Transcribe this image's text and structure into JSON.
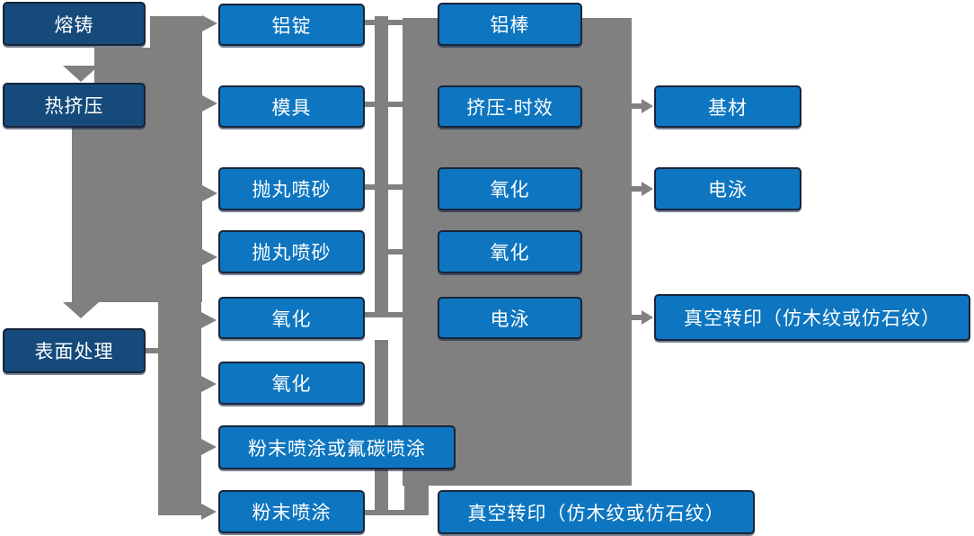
{
  "diagram": {
    "type": "flowchart",
    "language": "zh-CN",
    "colors": {
      "stage_box": "#154A7B",
      "process_box": "#0E76C0",
      "connector_gray": "#808080",
      "box_border": "#17243A",
      "text": "#FFFFFF",
      "background": "#FFFFFF"
    },
    "nodes": {
      "melting": {
        "label": "熔铸"
      },
      "hot_extrusion": {
        "label": "热挤压"
      },
      "surface_treatment": {
        "label": "表面处理"
      },
      "aluminum_ingot": {
        "label": "铝锭"
      },
      "mold": {
        "label": "模具"
      },
      "shot_blasting_1": {
        "label": "抛丸喷砂"
      },
      "shot_blasting_2": {
        "label": "抛丸喷砂"
      },
      "oxidation_1": {
        "label": "氧化"
      },
      "oxidation_2": {
        "label": "氧化"
      },
      "powder_or_fluorocarbon": {
        "label": "粉末喷涂或氟碳喷涂"
      },
      "powder_coating": {
        "label": "粉末喷涂"
      },
      "aluminum_rod": {
        "label": "铝棒"
      },
      "extrusion_aging": {
        "label": "挤压-时效"
      },
      "oxidation_3": {
        "label": "氧化"
      },
      "oxidation_4": {
        "label": "氧化"
      },
      "electrophoresis_1": {
        "label": "电泳"
      },
      "vacuum_transfer_1": {
        "label": "真空转印（仿木纹或仿石纹）"
      },
      "base_material": {
        "label": "基材"
      },
      "electrophoresis_2": {
        "label": "电泳"
      },
      "vacuum_transfer_2": {
        "label": "真空转印（仿木纹或仿石纹）"
      }
    },
    "edges": [
      {
        "from": "melting",
        "to": "hot_extrusion"
      },
      {
        "from": "melting",
        "to": "aluminum_ingot"
      },
      {
        "from": "hot_extrusion",
        "to": "mold"
      },
      {
        "from": "hot_extrusion",
        "to": "shot_blasting_1"
      },
      {
        "from": "hot_extrusion",
        "to": "shot_blasting_2"
      },
      {
        "from": "hot_extrusion",
        "to": "oxidation_1"
      },
      {
        "from": "hot_extrusion",
        "to": "surface_treatment"
      },
      {
        "from": "surface_treatment",
        "to": "oxidation_2"
      },
      {
        "from": "surface_treatment",
        "to": "powder_or_fluorocarbon"
      },
      {
        "from": "surface_treatment",
        "to": "powder_coating"
      },
      {
        "from": "aluminum_ingot",
        "to": "aluminum_rod"
      },
      {
        "from": "mold",
        "to": "extrusion_aging"
      },
      {
        "from": "shot_blasting_1",
        "to": "oxidation_3"
      },
      {
        "from": "shot_blasting_2",
        "to": "oxidation_4"
      },
      {
        "from": "oxidation_1",
        "to": "electrophoresis_1"
      },
      {
        "from": "powder_coating",
        "to": "vacuum_transfer_1"
      },
      {
        "from": "extrusion_aging",
        "to": "base_material"
      },
      {
        "from": "oxidation_3",
        "to": "electrophoresis_2"
      },
      {
        "from": "electrophoresis_1",
        "to": "vacuum_transfer_2"
      }
    ]
  }
}
